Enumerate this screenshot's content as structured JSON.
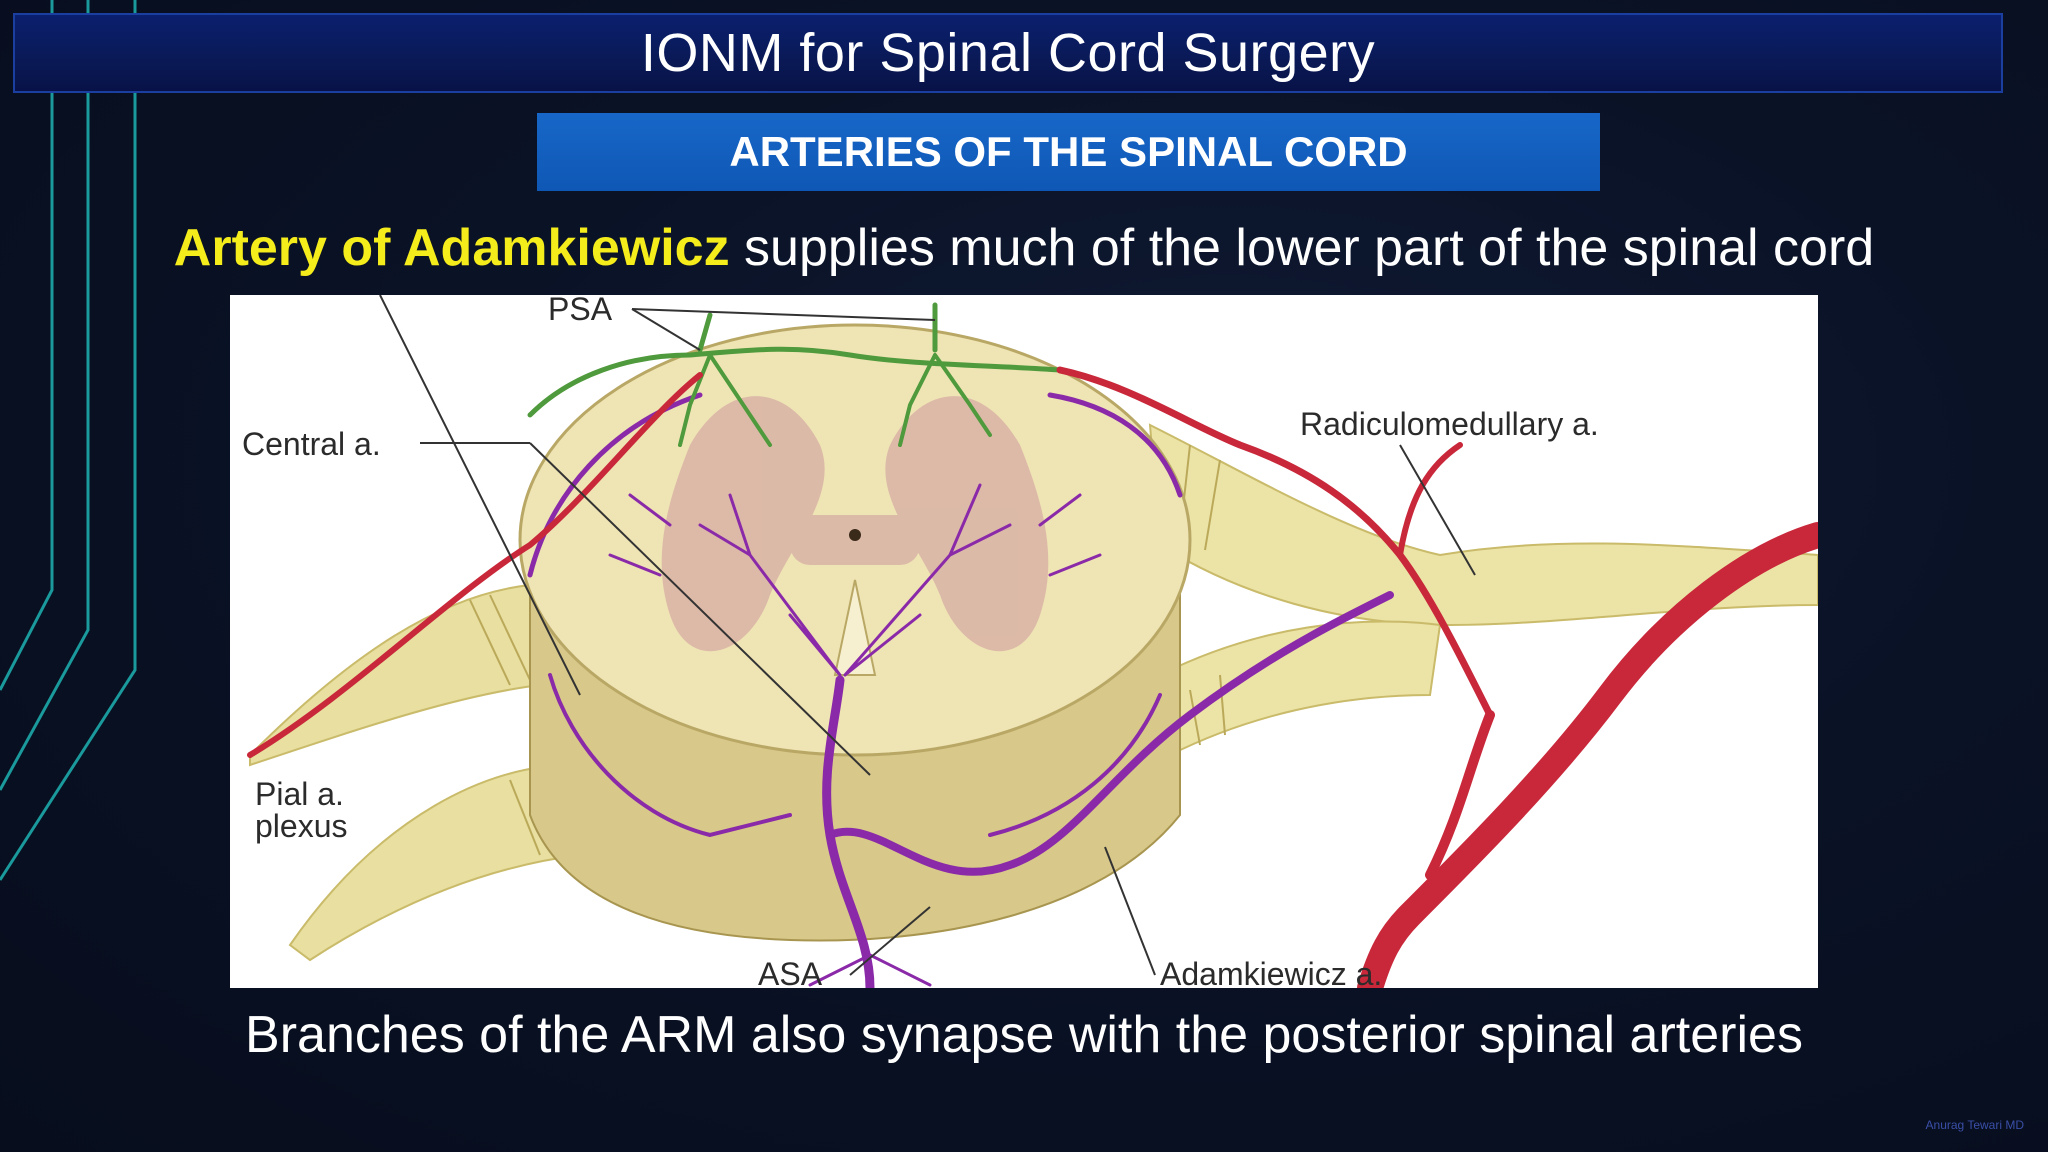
{
  "slide": {
    "title": "IONM for Spinal Cord Surgery",
    "subtitle": "ARTERIES OF THE SPINAL CORD",
    "headline_highlight": "Artery of Adamkiewicz",
    "headline_rest": " supplies much of the lower part of the spinal cord",
    "footer_text": "Branches of the ARM also synapse with the posterior spinal arteries",
    "author": "Anurag Tewari MD"
  },
  "figure": {
    "labels": {
      "psa": "PSA",
      "central": "Central a.",
      "radiculo": "Radiculomedullary a.",
      "pial_line1": "Pial a.",
      "pial_line2": "plexus",
      "asa": "ASA",
      "adamkiewicz": "Adamkiewicz a."
    }
  },
  "colors": {
    "title_bar": "#0a1a58",
    "subtitle_bar": "#1767c8",
    "highlight": "#f5ec1c",
    "artery_red": "#c8283a",
    "artery_purple": "#8a2aa8",
    "artery_green": "#4f9a3c",
    "cord_tissue": "#efe4b4"
  }
}
